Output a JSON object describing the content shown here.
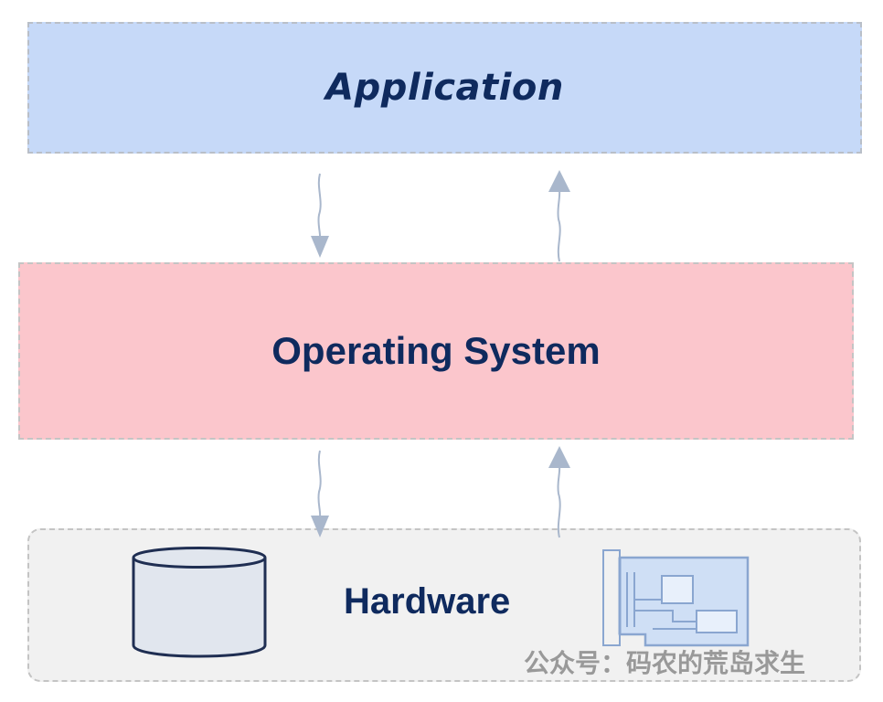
{
  "layers": {
    "application": {
      "label": "Application"
    },
    "operating_system": {
      "label": "Operating System"
    },
    "hardware": {
      "label": "Hardware"
    }
  },
  "watermark": "公众号：码农的荒岛求生",
  "colors": {
    "application_fill": "#c6d9f8",
    "os_fill": "#fbc6cc",
    "hardware_fill": "#f1f1f1",
    "label_text": "#0f2a5e",
    "arrow": "#a9b7cc"
  },
  "icons": [
    "arrow-down-icon",
    "arrow-up-icon",
    "disk-icon",
    "circuit-board-icon"
  ]
}
